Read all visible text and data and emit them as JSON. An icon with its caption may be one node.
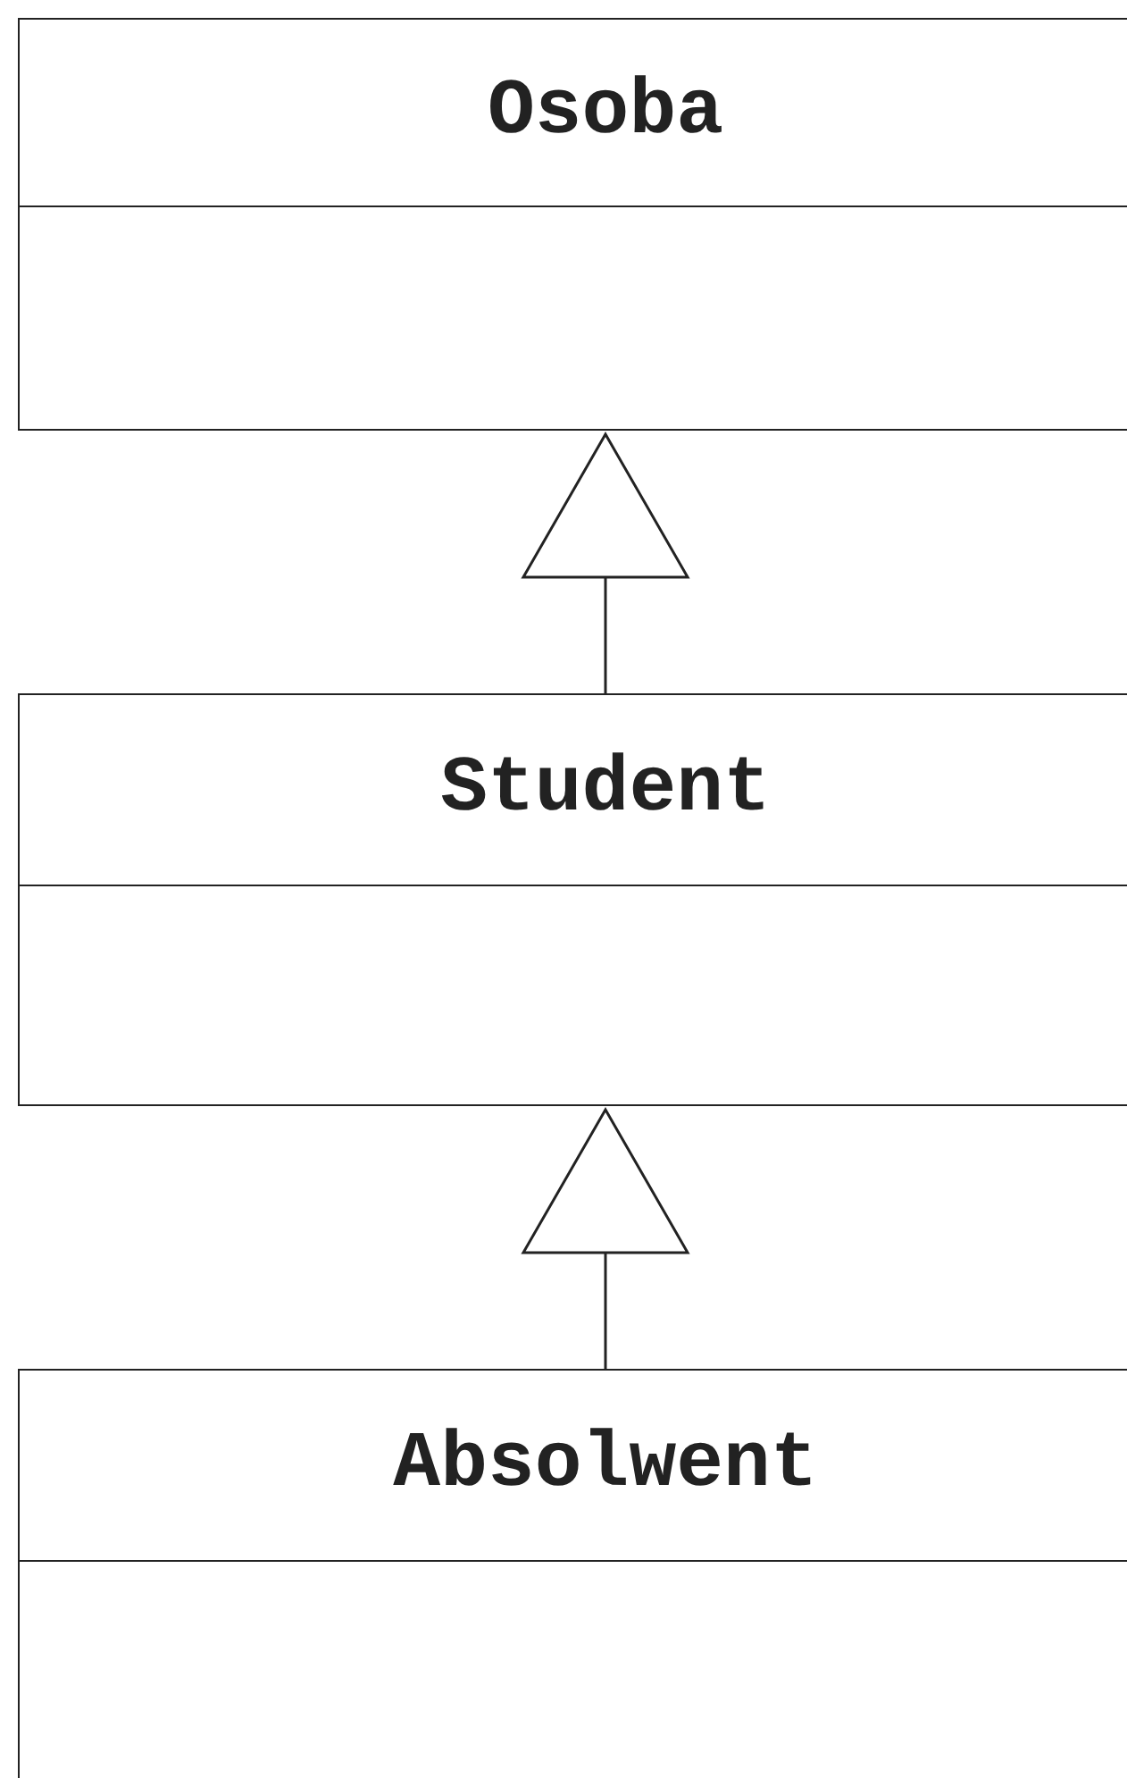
{
  "diagram": {
    "nodes": [
      {
        "text": [
          "Osoba"
        ]
      },
      {
        "text": [
          "Student"
        ]
      },
      {
        "text": [
          "Absolwent"
        ]
      }
    ],
    "edges": [
      {
        "from": 1,
        "to": 0,
        "arrow": "to"
      },
      {
        "from": 2,
        "to": 1,
        "arrow": "to"
      }
    ]
  }
}
